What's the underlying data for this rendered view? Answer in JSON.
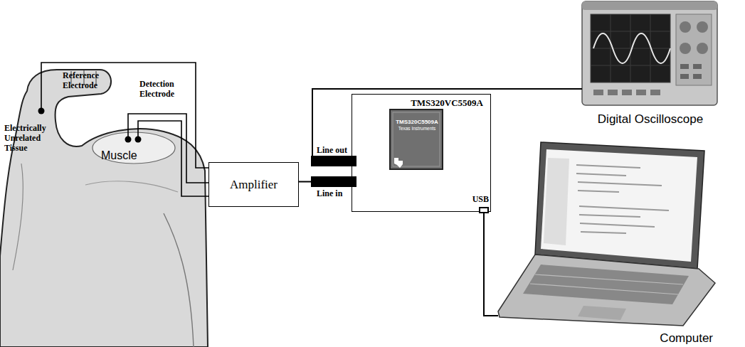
{
  "diagram": {
    "nodes": [
      {
        "text": [
          "Amplifier"
        ]
      },
      {
        "text": [
          "TMS320VC5509A"
        ]
      },
      {
        "text": [
          "TMS320C5509A",
          "Texas Instruments"
        ],
        "in": 1
      },
      {
        "text": [
          "Line out"
        ],
        "in": 1
      },
      {
        "text": [
          "Line in"
        ],
        "in": 1
      },
      {
        "text": [
          "USB"
        ],
        "in": 1
      },
      {
        "text": [
          "Digital Oscilloscope"
        ]
      },
      {
        "text": [
          "Computer"
        ]
      }
    ],
    "edges": [
      {
        "from": 0,
        "to": 4,
        "arrow": "none"
      },
      {
        "from": 3,
        "to": 6,
        "arrow": "none"
      },
      {
        "from": 5,
        "to": 7,
        "arrow": "none"
      }
    ],
    "labels": [
      "Reference Electrode",
      "Detection Electrode",
      "Electrically Unrelated Tissue",
      "Muscle"
    ]
  }
}
